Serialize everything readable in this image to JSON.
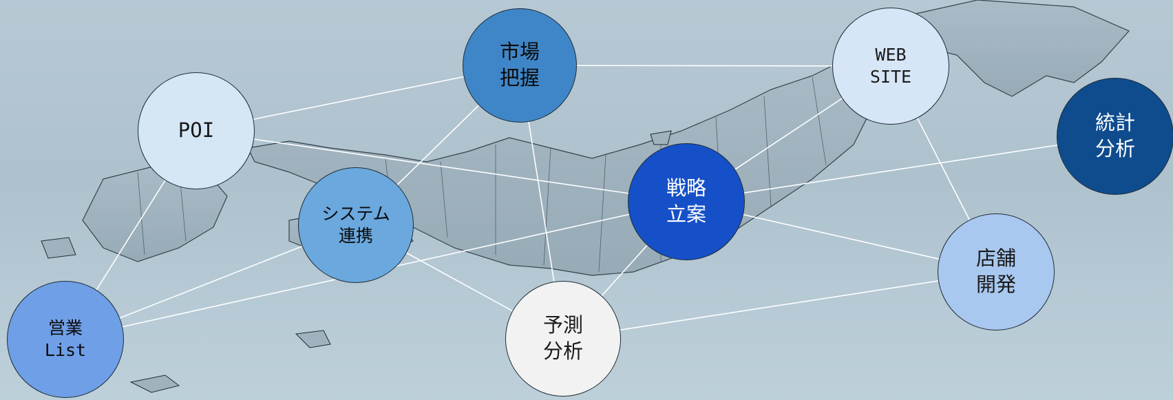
{
  "nodes": [
    {
      "id": "poi",
      "label": "POI",
      "fill": "#d5e6f5",
      "text": "#1a1a1a"
    },
    {
      "id": "market",
      "label": "市場\n把握",
      "fill": "#3f86c8",
      "text": "#0b0b0b"
    },
    {
      "id": "web",
      "label": "WEB\nSITE",
      "fill": "#d6e6f7",
      "text": "#1a1a1a"
    },
    {
      "id": "stats",
      "label": "統計\n分析",
      "fill": "#0f4c8e",
      "text": "#ffffff"
    },
    {
      "id": "system",
      "label": "システム\n連携",
      "fill": "#6aa8dd",
      "text": "#0b0b0b"
    },
    {
      "id": "strategy",
      "label": "戦略\n立案",
      "fill": "#1650c8",
      "text": "#ffffff"
    },
    {
      "id": "store",
      "label": "店舗\n開発",
      "fill": "#a9c8ef",
      "text": "#1a1a1a"
    },
    {
      "id": "sales",
      "label": "営業\nList",
      "fill": "#6f9fe6",
      "text": "#0b0b0b"
    },
    {
      "id": "forecast",
      "label": "予測\n分析",
      "fill": "#f2f2f2",
      "text": "#1a1a1a"
    }
  ],
  "edges": [
    [
      "poi",
      "market"
    ],
    [
      "poi",
      "strategy"
    ],
    [
      "poi",
      "sales"
    ],
    [
      "market",
      "web"
    ],
    [
      "market",
      "system"
    ],
    [
      "market",
      "forecast"
    ],
    [
      "web",
      "strategy"
    ],
    [
      "web",
      "store"
    ],
    [
      "system",
      "sales"
    ],
    [
      "system",
      "forecast"
    ],
    [
      "strategy",
      "stats"
    ],
    [
      "strategy",
      "store"
    ],
    [
      "strategy",
      "sales"
    ],
    [
      "strategy",
      "forecast"
    ],
    [
      "forecast",
      "store"
    ]
  ],
  "colors": {
    "edge": "#ffffff",
    "map": "#9fb2bd",
    "map_edge": "#1f2a33"
  }
}
